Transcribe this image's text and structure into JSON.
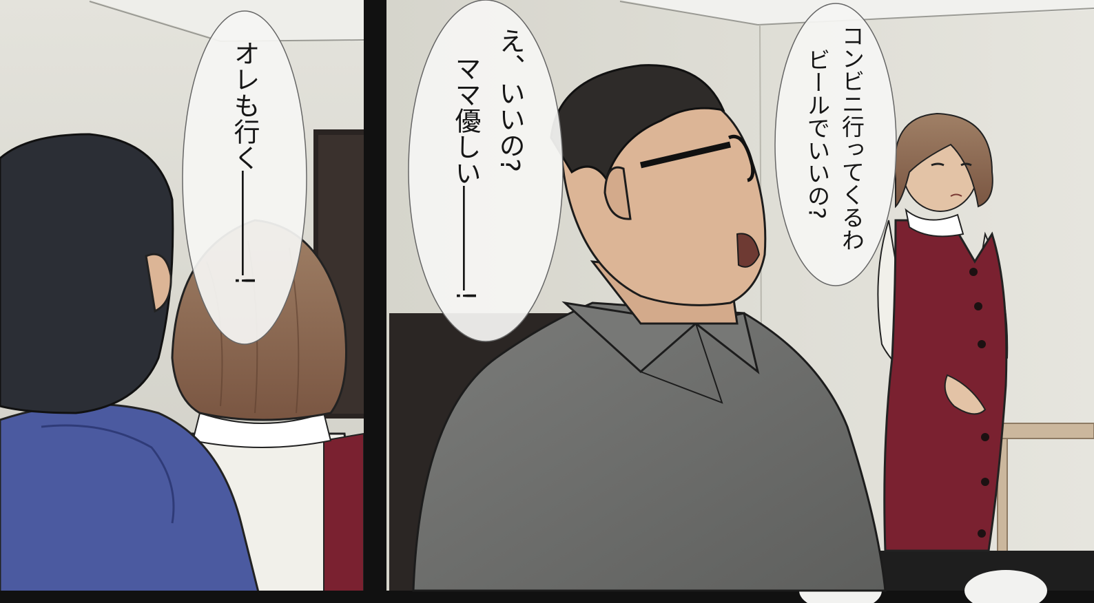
{
  "page": {
    "panels": [
      {
        "id": "left",
        "bubbles": [
          {
            "lines": [
              "オレも行く――――!"
            ]
          }
        ]
      },
      {
        "id": "right",
        "bubbles": [
          {
            "lines": [
              "え、いいの?",
              "ママ優しい――――!"
            ]
          },
          {
            "lines": [
              "コンビニ行ってくるわ",
              "ビールでいいの?"
            ]
          }
        ]
      }
    ]
  },
  "colors": {
    "gutter": "#111111",
    "wall": "#d9d8cf",
    "ceiling": "#e8e8e4",
    "dark_hair": "#2b2e35",
    "hoodie": "#4b5aa0",
    "shirt_gray": "#6f706e",
    "skin": "#dcb596",
    "brown_hair": "#8c6650",
    "dress": "#7a2130",
    "blouse": "#f1f0ea",
    "bubble": "#f5f5f3"
  }
}
